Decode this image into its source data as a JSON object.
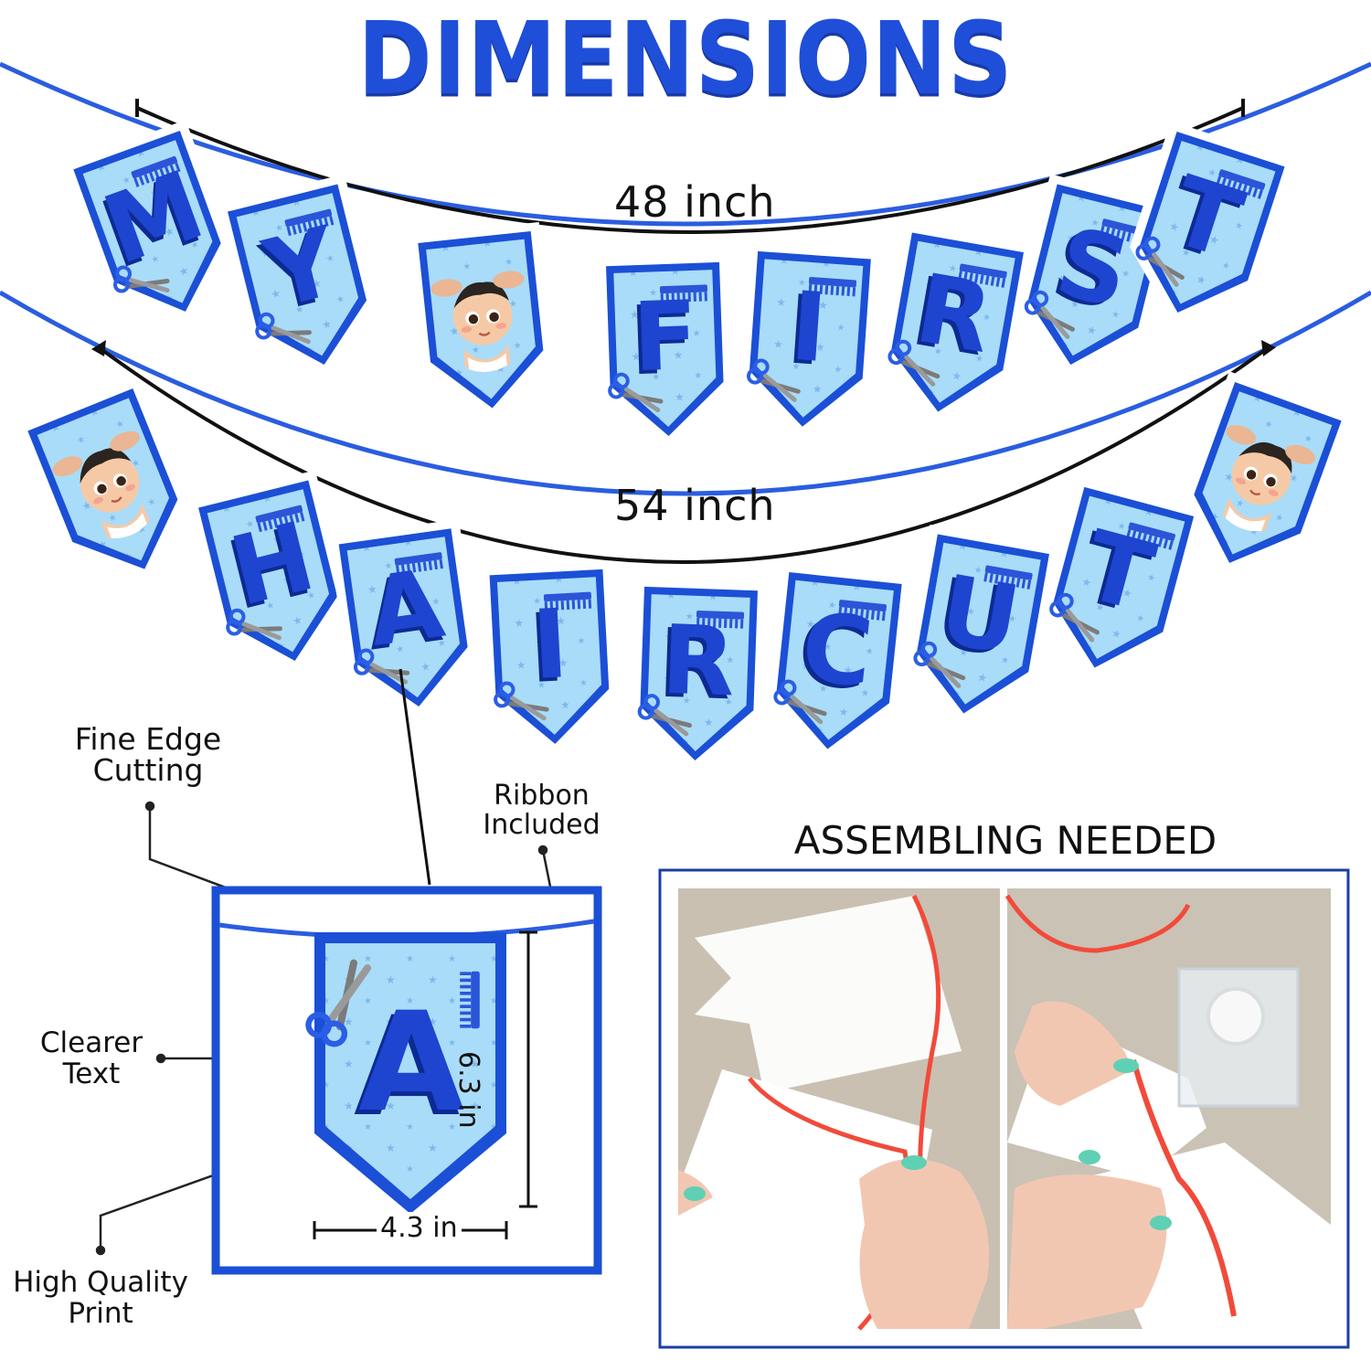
{
  "title": "DIMENSIONS",
  "banner_top": {
    "letters": [
      "M",
      "Y",
      "",
      "F",
      "I",
      "R",
      "S",
      "T"
    ],
    "length_label": "48 inch"
  },
  "banner_bottom": {
    "letters": [
      "",
      "H",
      "A",
      "I",
      "R",
      "C",
      "U",
      "T",
      ""
    ],
    "length_label": "54 inch"
  },
  "detail": {
    "flag_letter": "A",
    "height_label": "6.3 in",
    "width_label": "4.3 in"
  },
  "callouts": {
    "fine_edge": [
      "Fine Edge",
      "Cutting"
    ],
    "ribbon": [
      "Ribbon",
      "Included"
    ],
    "clearer_text": [
      "Clearer",
      "Text"
    ],
    "high_quality": [
      "High Quality",
      "Print"
    ]
  },
  "assembly": {
    "heading": "ASSEMBLING NEEDED"
  },
  "colors": {
    "flag_bg": "#a9dcf8",
    "flag_border": "#1b4fd6",
    "letter": "#1d45d0",
    "letter_shadow": "#0d2a93",
    "ribbon": "#2a5de0",
    "tabletop": "#c9c0b2",
    "red_ribbon": "#f24a3a"
  }
}
